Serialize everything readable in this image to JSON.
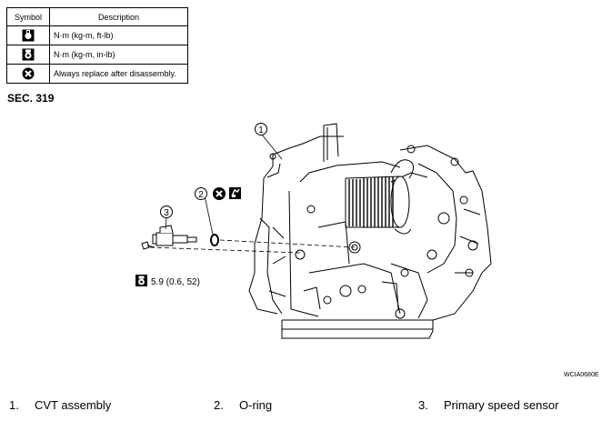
{
  "legend": {
    "header_symbol": "Symbol",
    "header_description": "Description",
    "rows": [
      {
        "icon": "torque-ftlb-icon",
        "description": "N·m (kg-m, ft-lb)"
      },
      {
        "icon": "torque-inlb-icon",
        "description": "N·m (kg-m, in-lb)"
      },
      {
        "icon": "replace-icon",
        "description": "Always replace after disassembly."
      }
    ]
  },
  "section": "SEC. 319",
  "callouts": {
    "c1": "1",
    "c2": "2",
    "c3": "3",
    "torque_value": "5.9 (0.6, 52)"
  },
  "figure_code": "WCIA0680E",
  "parts": [
    {
      "num": "1.",
      "name": "CVT assembly"
    },
    {
      "num": "2.",
      "name": "O-ring"
    },
    {
      "num": "3.",
      "name": "Primary speed sensor"
    }
  ]
}
